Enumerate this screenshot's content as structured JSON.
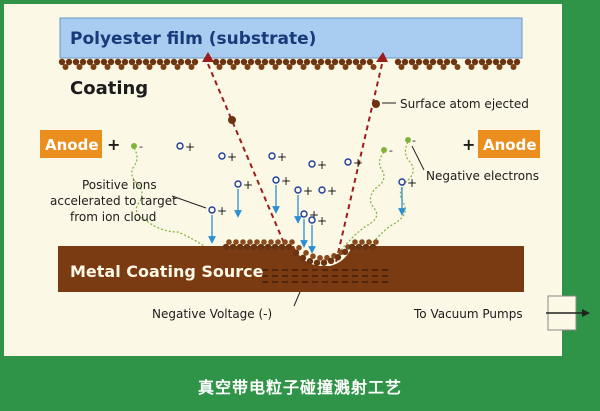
{
  "labels": {
    "film": "Polyester film (substrate)",
    "coating": "Coating",
    "anode_left": "Anode",
    "anode_right": "Anode",
    "surface_atom": "Surface atom ejected",
    "negative_electrons": "Negative electrons",
    "positive_ions": [
      "Positive ions",
      "accelerated to target",
      "from ion cloud"
    ],
    "metal_source": "Metal Coating Source",
    "negative_voltage": "Negative Voltage (-)",
    "vacuum_pumps": "To Vacuum Pumps",
    "caption": "真空带电粒子碰撞溅射工艺"
  },
  "symbols": {
    "plus": "+",
    "minus": "-"
  },
  "colors": {
    "background": "#2f9447",
    "panel": "#fbf8e6",
    "film": "#a9cdf0",
    "anode": "#ea8e1d",
    "source": "#7a3a12",
    "atom": "#6a3410",
    "ion_ring": "#1f3f9e",
    "ion_arrow": "#2a8fd0",
    "electron": "#7fb43a"
  }
}
